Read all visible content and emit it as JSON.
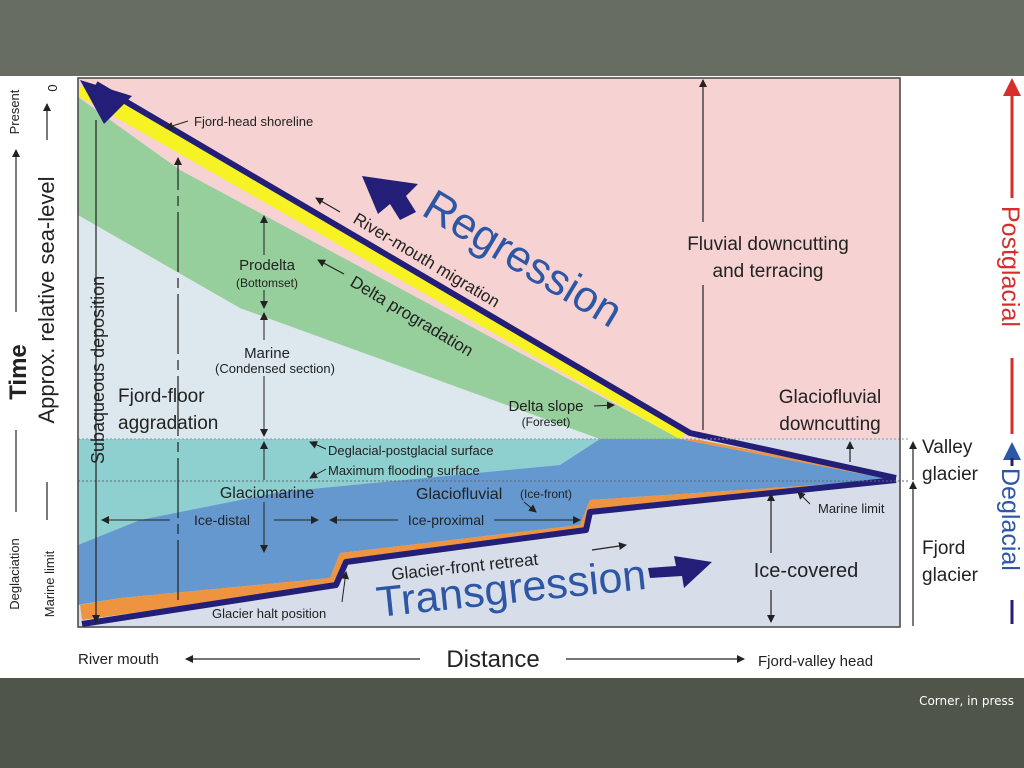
{
  "diagram": {
    "labels": {
      "fjord_head_shoreline": "Fjord-head shoreline",
      "regression": "Regression",
      "river_mouth_migration": "River-mouth migration",
      "delta_progradation": "Delta progradation",
      "prodelta": "Prodelta",
      "bottomset": "(Bottomset)",
      "marine": "Marine",
      "condensed_section": "(Condensed section)",
      "fjord_floor_1": "Fjord-floor",
      "fjord_floor_2": "aggradation",
      "subaqueous_deposition": "Subaqueous deposition",
      "delta_slope": "Delta slope",
      "foreset": "(Foreset)",
      "fluvial_1": "Fluvial downcutting",
      "fluvial_2": "and terracing",
      "glaciofluvial_dc_1": "Glaciofluvial",
      "glaciofluvial_dc_2": "downcutting",
      "deglacial_surface": "Deglacial-postglacial surface",
      "max_flooding": "Maximum flooding surface",
      "glaciomarine": "Glaciomarine",
      "glaciofluvial": "Glaciofluvial",
      "ice_front": "(Ice-front)",
      "ice_distal": "Ice-distal",
      "ice_proximal": "Ice-proximal",
      "marine_limit_label": "Marine limit",
      "glacier_front_retreat": "Glacier-front retreat",
      "transgression": "Transgression",
      "ice_covered": "Ice-covered",
      "glacier_halt": "Glacier halt position",
      "valley_glacier_1": "Valley",
      "valley_glacier_2": "glacier",
      "fjord_glacier_1": "Fjord",
      "fjord_glacier_2": "glacier"
    },
    "axes": {
      "time": "Time",
      "sea_level": "Approx. relative sea-level",
      "present": "Present",
      "zero": "0",
      "deglaciation": "Deglaciation",
      "marine_limit": "Marine limit",
      "distance": "Distance",
      "river_mouth": "River mouth",
      "fjord_valley_head": "Fjord-valley head"
    },
    "phases": {
      "postglacial": "Postglacial",
      "deglacial": "Deglacial"
    },
    "colors": {
      "pink": "#f6d2d3",
      "green": "#97cf9c",
      "light_blue": "#dce7ee",
      "teal": "#8ecfcf",
      "blue": "#6598cf",
      "orange": "#ee9340",
      "yellow": "#f7f223",
      "navy": "#231f78",
      "ice": "#d7dde9",
      "text_blue": "#2d57a5",
      "red": "#d42f2a"
    }
  },
  "credit": "Corner, in press"
}
